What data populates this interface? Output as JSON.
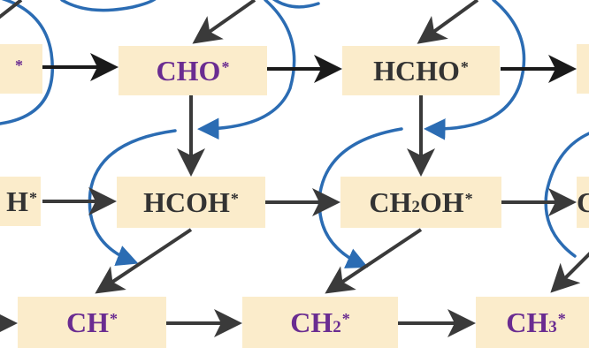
{
  "colors": {
    "box_fill": "#fbeccb",
    "species_purple": "#6a2c91",
    "species_dark": "#333333",
    "arrow_black": "#1a1a1a",
    "arrow_gray": "#3a3a3a",
    "curve_blue": "#2b6cb3"
  },
  "nodes": {
    "row1_left_partial": {
      "main": "",
      "sup": "*"
    },
    "cho": {
      "main": "CHO",
      "sup": "*"
    },
    "hcho": {
      "main": "HCHO",
      "sup": "*"
    },
    "row2_left_partial": {
      "main": "H",
      "sup": "*"
    },
    "hcoh": {
      "main": "HCOH",
      "sup": "*"
    },
    "ch2oh": {
      "main_a": "CH",
      "sub": "2",
      "main_b": "OH",
      "sup": "*"
    },
    "row2_right_partial": {
      "main": "C"
    },
    "ch": {
      "main": "CH",
      "sup": "*"
    },
    "ch2": {
      "main": "CH",
      "sub": "2",
      "sup": "*"
    },
    "ch3": {
      "main": "CH",
      "sub": "3",
      "sup": "*"
    }
  }
}
